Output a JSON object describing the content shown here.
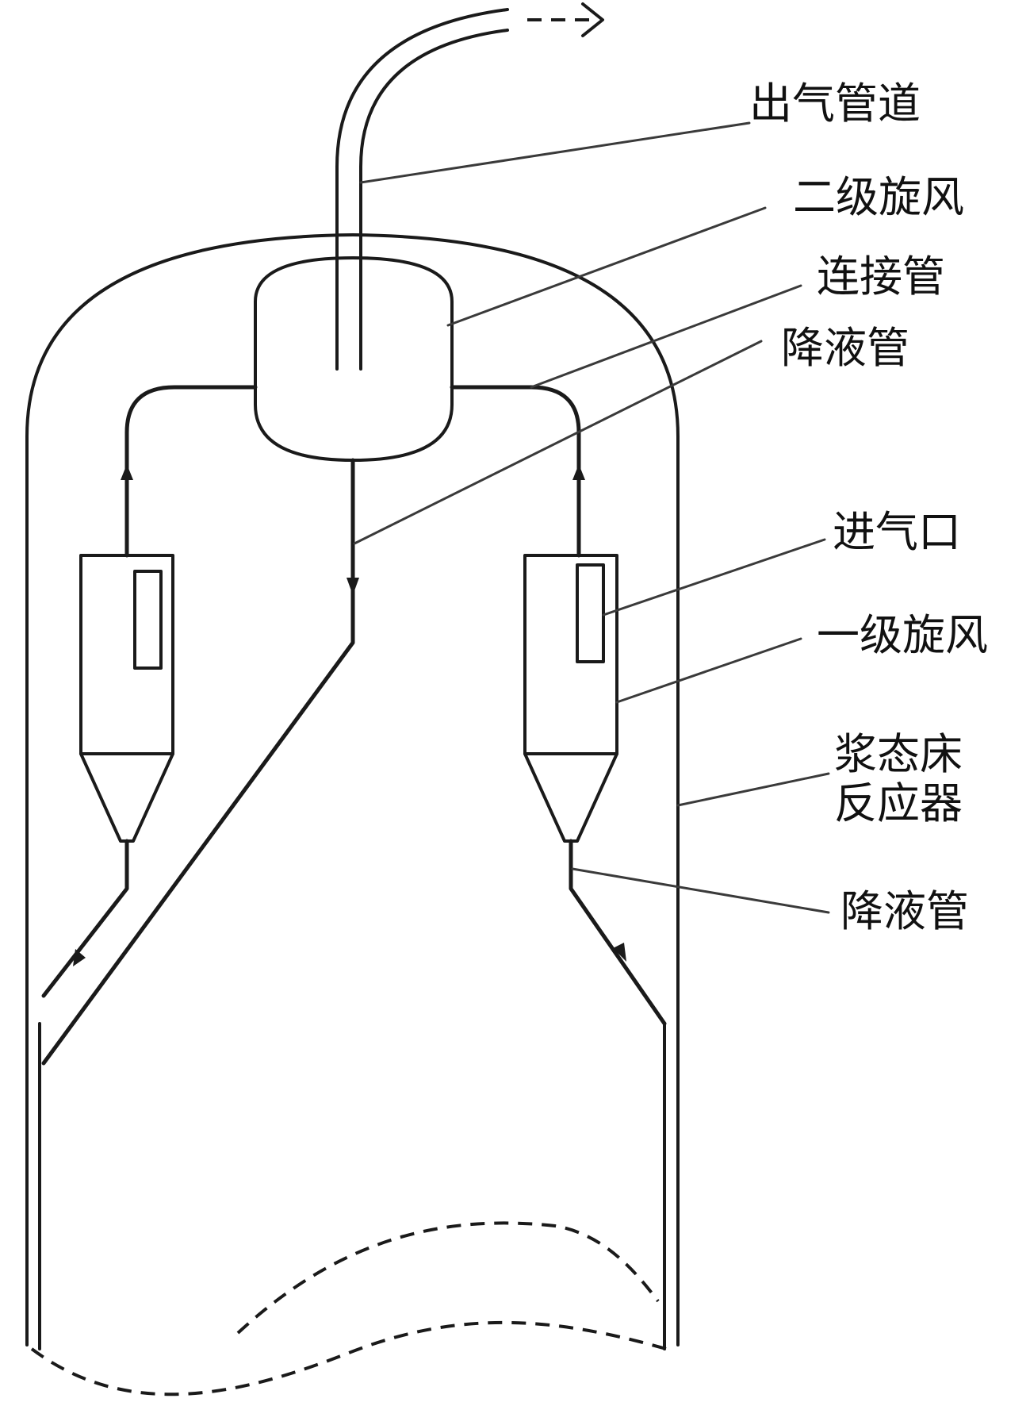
{
  "labels": {
    "outlet_pipe": "出气管道",
    "secondary_cyclone": "二级旋风",
    "connecting_pipe": "连接管",
    "downcomer_upper": "降液管",
    "inlet": "进气口",
    "primary_cyclone": "一级旋风",
    "slurry_bed_reactor": "浆态床\n反应器",
    "downcomer_lower": "降液管"
  },
  "colors": {
    "line": "#1a1a1a",
    "background": "#ffffff"
  }
}
